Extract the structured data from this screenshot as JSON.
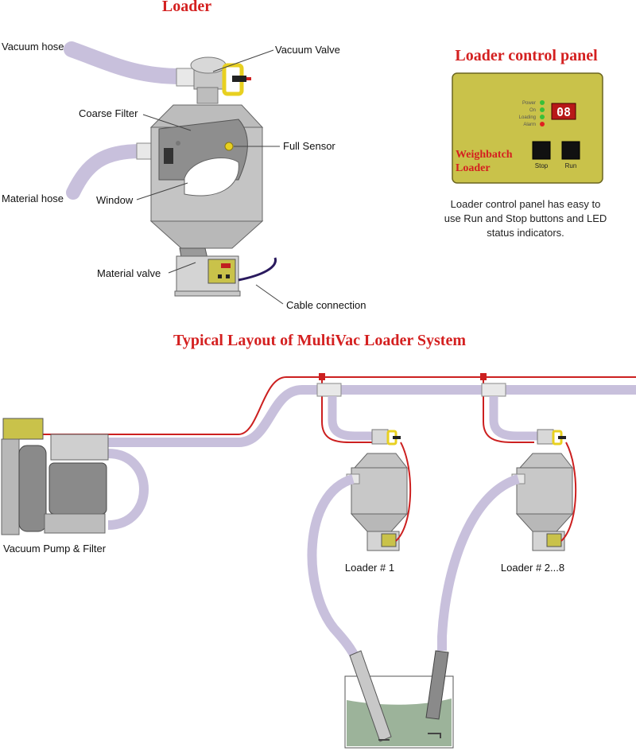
{
  "titles": {
    "loader": "Loader",
    "control_panel": "Loader control panel",
    "layout": "Typical Layout of MultiVac Loader System"
  },
  "labels": {
    "vacuum_hose": "Vacuum hose",
    "vacuum_valve": "Vacuum Valve",
    "coarse_filter": "Coarse Filter",
    "full_sensor": "Full Sensor",
    "material_hose": "Material hose",
    "window": "Window",
    "material_valve": "Material valve",
    "cable_connection": "Cable connection",
    "vacuum_pump": "Vacuum Pump & Filter",
    "loader_1": "Loader # 1",
    "loader_2_8": "Loader # 2...8"
  },
  "panel": {
    "leds": [
      "Power",
      "On",
      "Loading",
      "Alarm"
    ],
    "display": "08",
    "brand_line1": "Weighbatch",
    "brand_line2": "Loader",
    "stop": "Stop",
    "run": "Run"
  },
  "panel_note": "Loader control panel has easy to use Run and Stop buttons and LED status indicators.",
  "colors": {
    "title_red": "#d42020",
    "hose": "#c8c0dc",
    "cable_red": "#cc2020",
    "cable_navy": "#2a1a5e",
    "steel": "#c4c4c4",
    "panel": "#c9c24a",
    "led_green": "#38c038",
    "led_red": "#e02020",
    "material_bin": "#9cb39a"
  }
}
